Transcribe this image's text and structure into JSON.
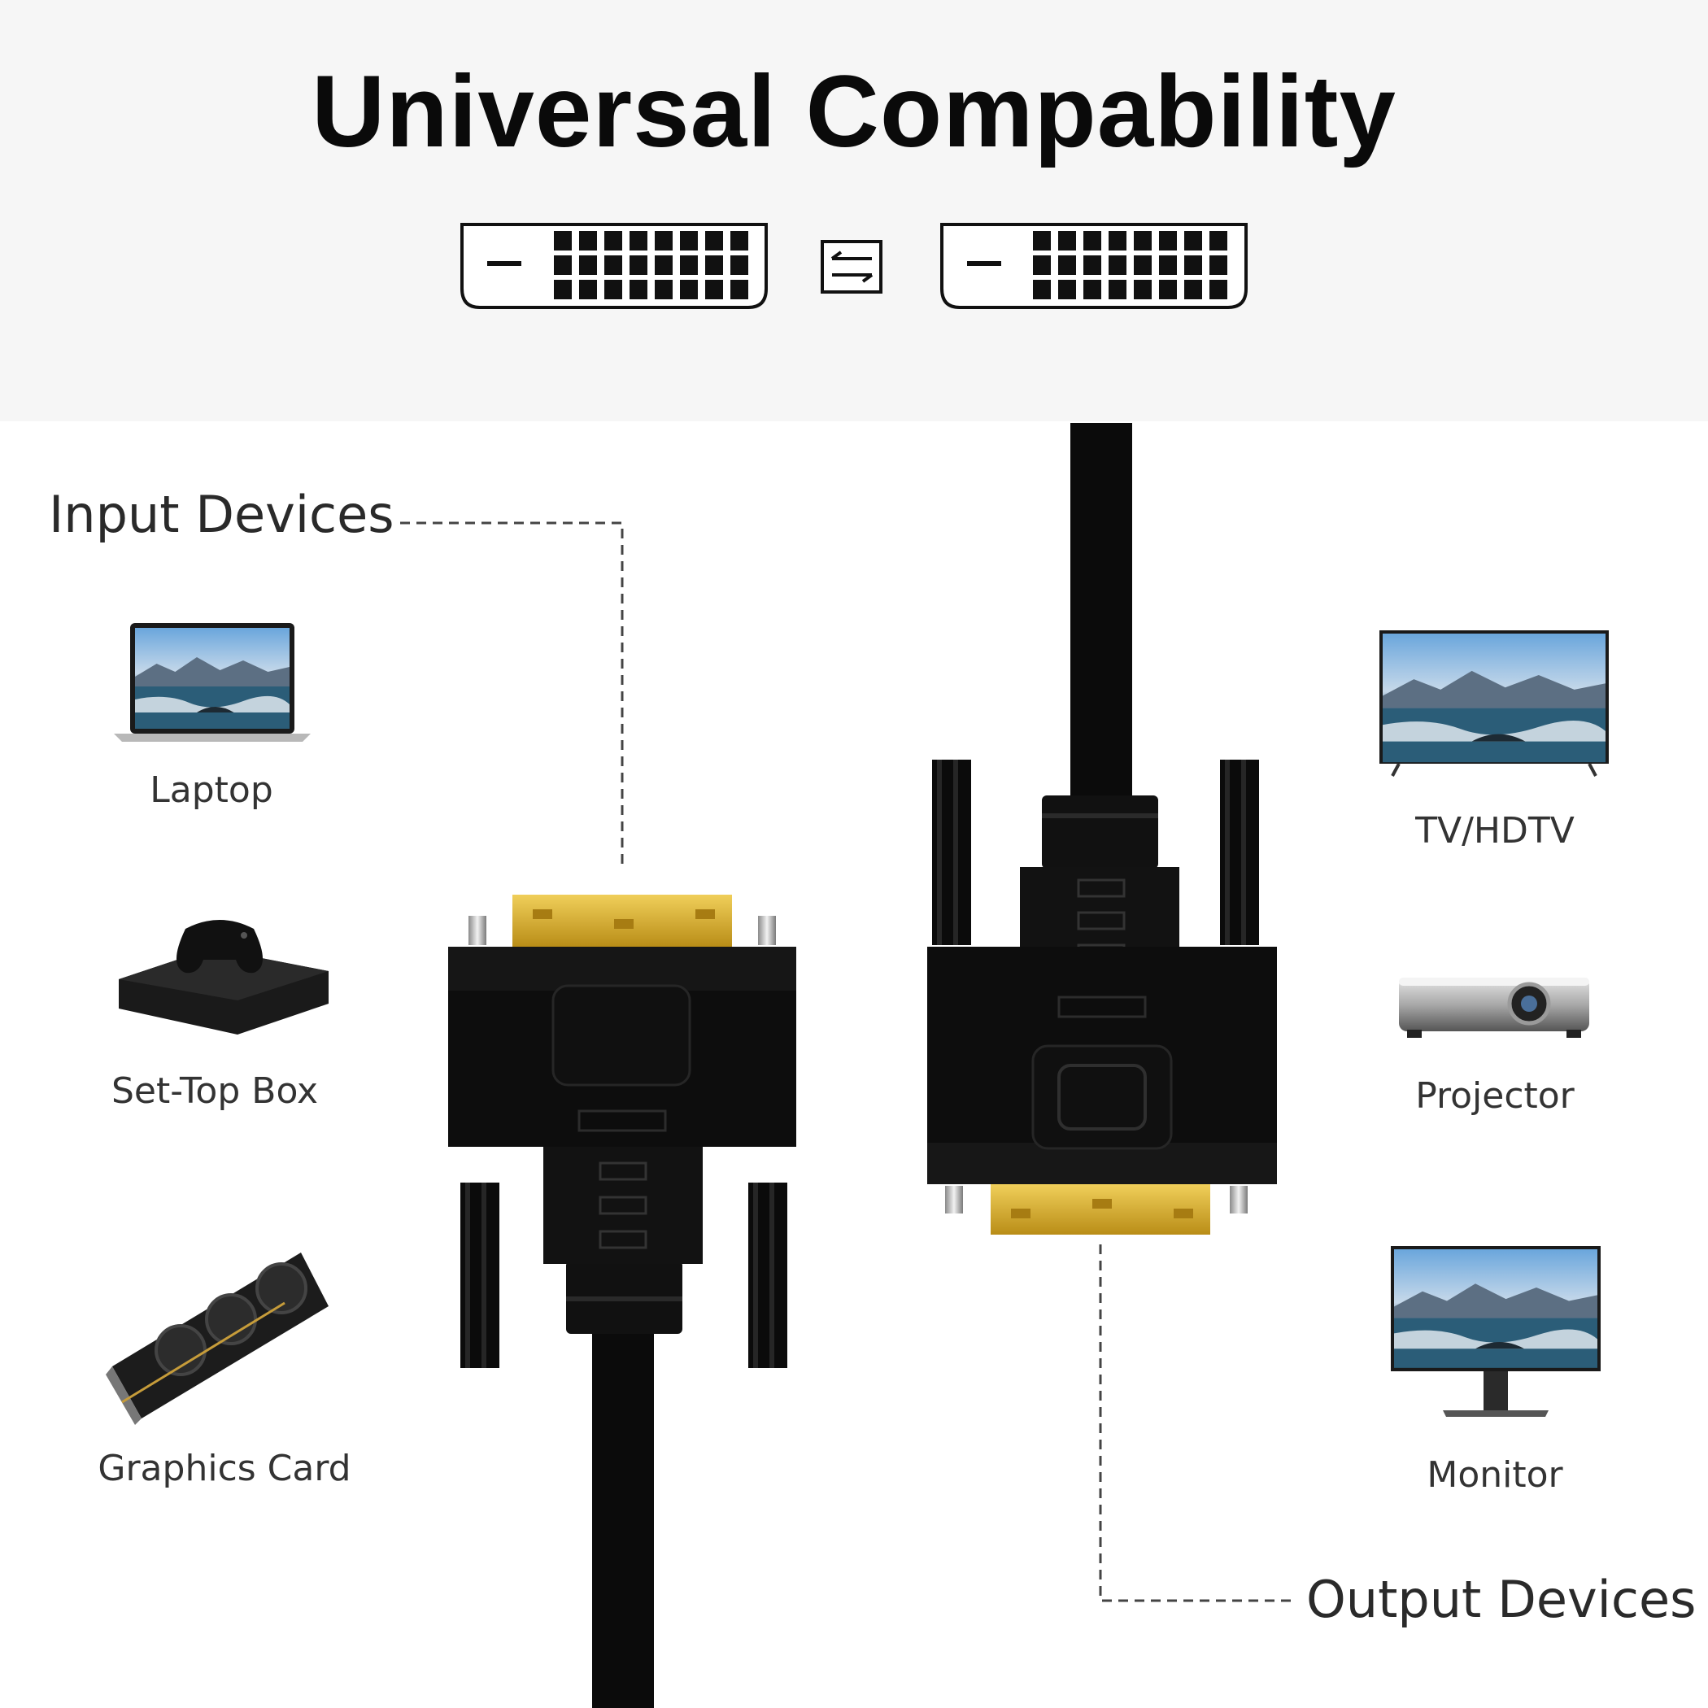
{
  "header": {
    "title": "Universal Compability",
    "background_color": "#f6f6f6"
  },
  "connectors": {
    "left_icon": "dvi-port-icon",
    "middle_icon": "bidirectional-arrows-icon",
    "right_icon": "dvi-port-icon"
  },
  "input_group": {
    "label": "Input Devices",
    "devices": [
      {
        "label": "Laptop",
        "icon": "laptop-icon"
      },
      {
        "label": "Set-Top Box",
        "icon": "game-console-icon"
      },
      {
        "label": "Graphics Card",
        "icon": "graphics-card-icon"
      }
    ]
  },
  "output_group": {
    "label": "Output Devices",
    "devices": [
      {
        "label": "TV/HDTV",
        "icon": "tv-icon"
      },
      {
        "label": "Projector",
        "icon": "projector-icon"
      },
      {
        "label": "Monitor",
        "icon": "monitor-icon"
      }
    ]
  },
  "colors": {
    "cable": "#0b0b0b",
    "gold_contacts": "#d9ae2a",
    "dashed_line": "#444444"
  }
}
